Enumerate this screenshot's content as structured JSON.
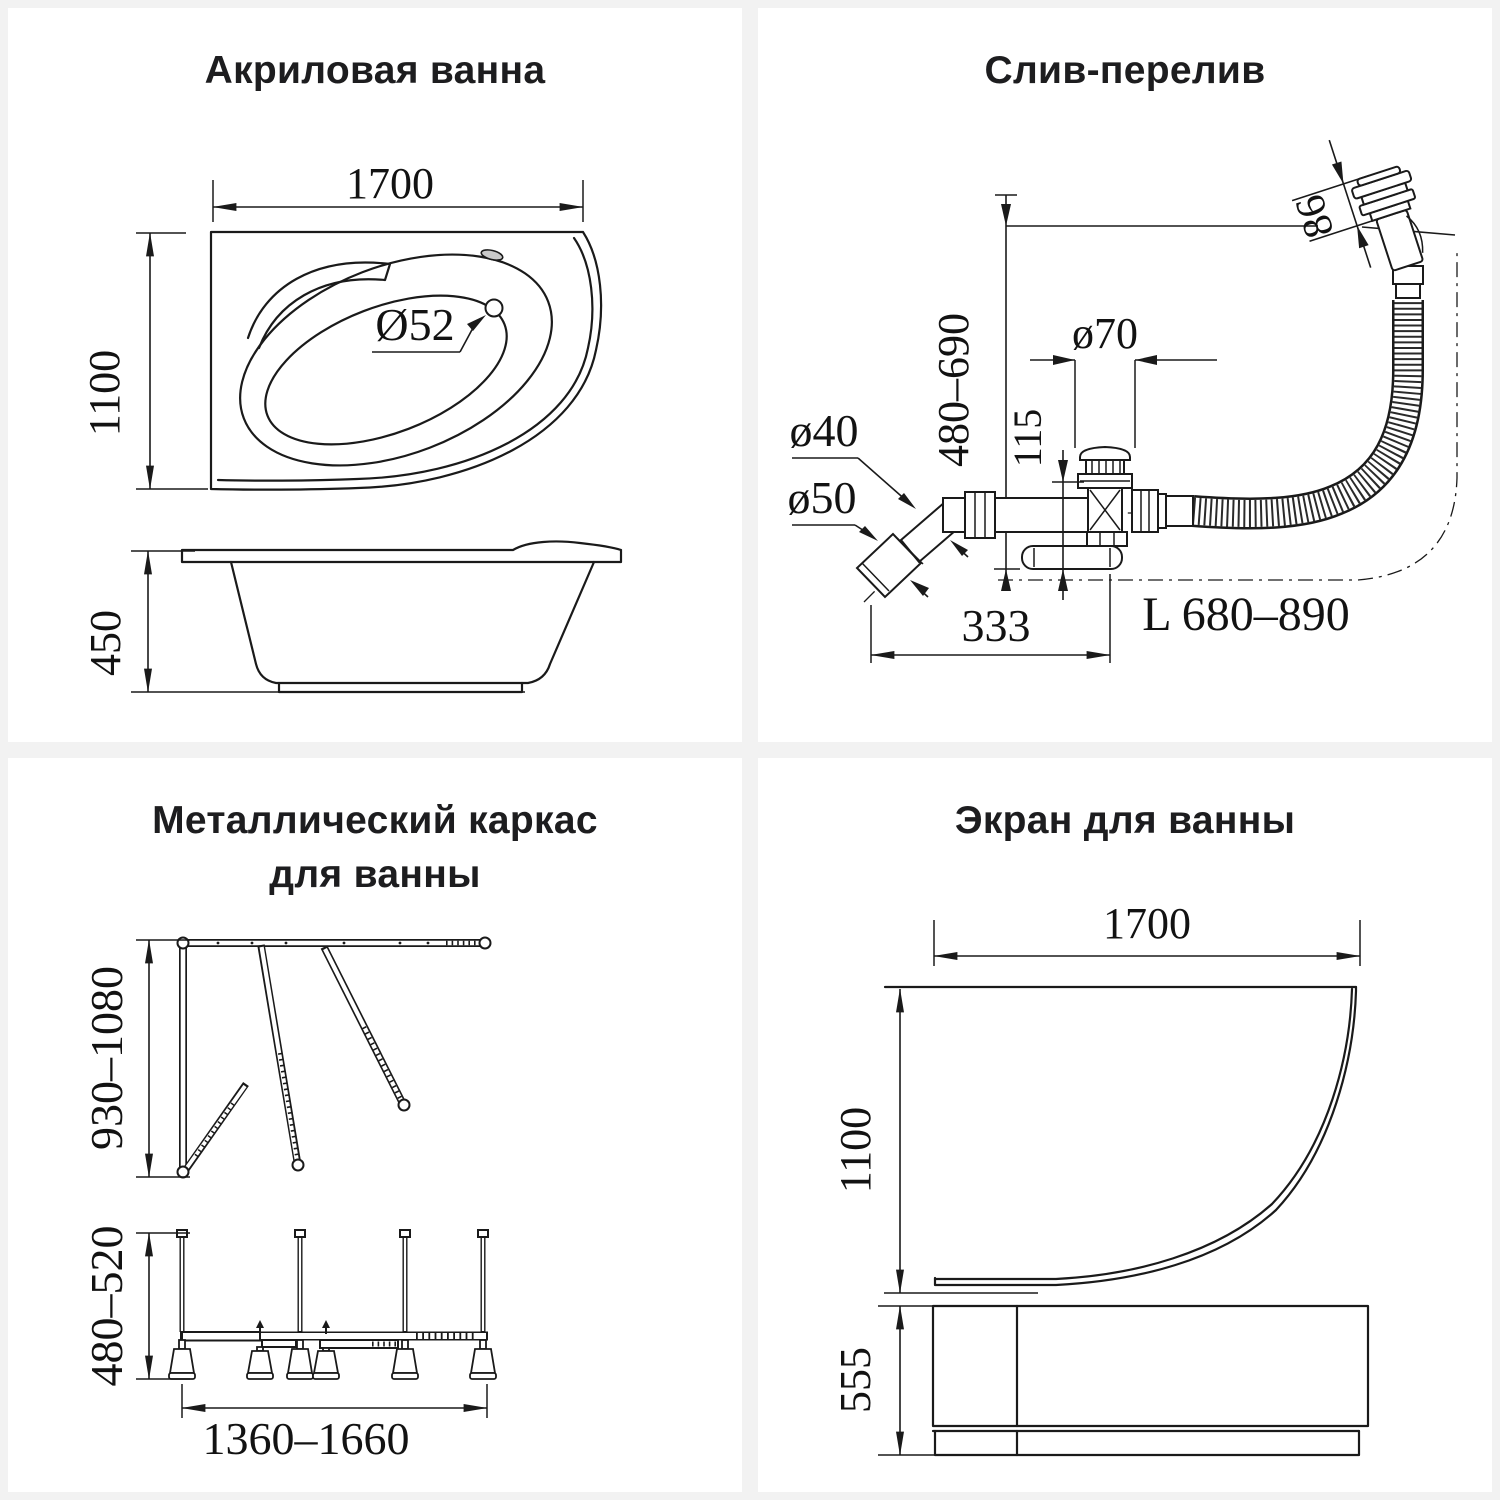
{
  "page": {
    "background": "#f2f2f2",
    "panel_background": "#ffffff",
    "line_color": "#1a1a1a"
  },
  "panels": {
    "bath": {
      "title": "Акриловая ванна",
      "dims": {
        "width": "1700",
        "depth": "1100",
        "drain": "Ø52",
        "height": "450"
      }
    },
    "drain": {
      "title": "Слив-перелив",
      "dims": {
        "overflow": "86",
        "vertical_range": "480–690",
        "d70": "ø70",
        "h115": "115",
        "d40": "ø40",
        "d50": "ø50",
        "w333": "333",
        "hose_length": "L 680–890"
      }
    },
    "frame": {
      "title_line1": "Металлический каркас",
      "title_line2": "для ванны",
      "dims": {
        "height_range": "930–1080",
        "leg_range": "480–520",
        "width_range": "1360–1660"
      }
    },
    "screen": {
      "title": "Экран для ванны",
      "dims": {
        "width": "1700",
        "depth": "1100",
        "height": "555"
      }
    }
  }
}
